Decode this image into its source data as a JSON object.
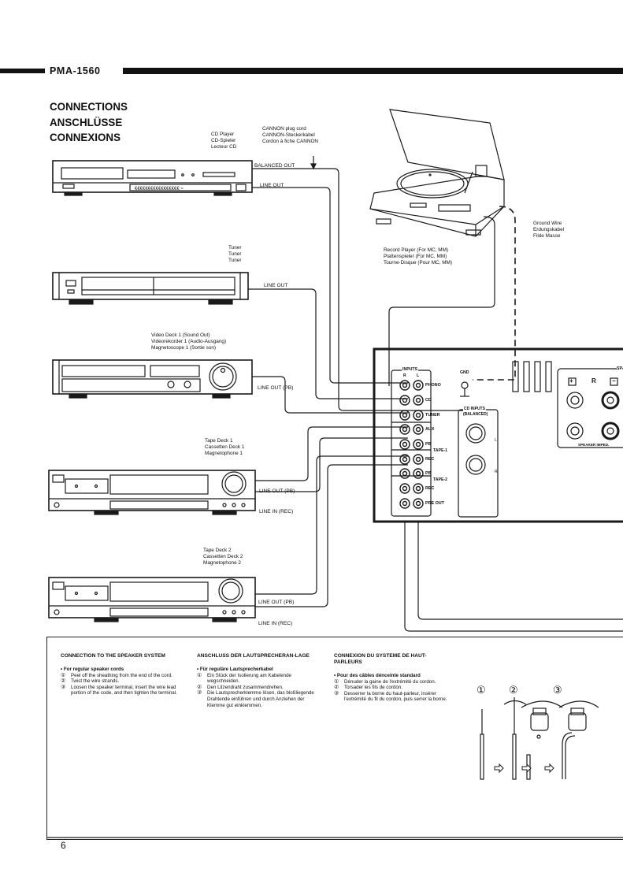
{
  "header": {
    "model": "PMA-1560"
  },
  "titles": [
    "CONNECTIONS",
    "ANSCHLÜSSE",
    "CONNEXIONS"
  ],
  "devices": {
    "cd_player": {
      "names": [
        "CD Player",
        "CD-Spieler",
        "Lecteur CD"
      ],
      "outputs": [
        "BALANCED OUT",
        "LINE OUT"
      ]
    },
    "cannon_cord": [
      "CANNON plug cord",
      "CANNON-Steckerkabel",
      "Cordon à fiche CANNON"
    ],
    "turntable": {
      "names": [
        "Record Player (For MC, MM)",
        "Plattenspieler (Für MC, MM)",
        "Tourne-Disque (Pour MC, MM)"
      ]
    },
    "ground_wire": [
      "Ground Wire",
      "Erdungskabel",
      "Filde Masse"
    ],
    "tuner": {
      "names": [
        "Tuner",
        "Tuner",
        "Tuner"
      ],
      "outputs": [
        "LINE OUT"
      ]
    },
    "video_deck": {
      "names": [
        "Video Deck 1 (Sound Out)",
        "Videorekorder 1 (Audio-Ausgang)",
        "Magnetoscope 1 (Sortie son)"
      ],
      "outputs": [
        "LINE OUT (PB)"
      ]
    },
    "tape_deck_1": {
      "names": [
        "Tape Deck 1",
        "Cassetten Deck 1",
        "Magnetophone 1"
      ],
      "outputs": [
        "LINE OUT (PB)",
        "LINE IN (REC)"
      ]
    },
    "tape_deck_2": {
      "names": [
        "Tape Deck 2",
        "Cassetten Deck 2",
        "Magnetophone 2"
      ],
      "outputs": [
        "LINE OUT (PB)",
        "LINE IN (REC)"
      ]
    }
  },
  "amp_panel": {
    "inputs_label": "INPUTS",
    "r_label": "R",
    "l_label": "L",
    "jacks": [
      "PHONO",
      "CD",
      "TUNER",
      "AUX",
      "PB",
      "REC",
      "PB",
      "REC",
      "PRE OUT"
    ],
    "tape1_label": "TAPE-1",
    "tape2_label": "TAPE-2",
    "gnd_label": "GND",
    "cd_inputs_label": "CD INPUTS",
    "balanced_label": "(BALANCED)",
    "xlr_l": "L",
    "xlr_r": "R",
    "speaker_label": "SP",
    "speaker_r": "R",
    "speaker_plus": "+",
    "speaker_minus": "−",
    "speaker_imped": "SPEAKER IMPED."
  },
  "instructions": [
    {
      "heading": "CONNECTION TO THE SPEAKER SYSTEM",
      "bullet": "• For regular speaker cords",
      "steps": [
        {
          "num": "①",
          "text": "Peel off the sheathing from the end of the cord."
        },
        {
          "num": "②",
          "text": "Twist the wire strands."
        },
        {
          "num": "③",
          "text": "Loosen the speaker terminal, insert the wire lead portion of the code, and then tighten the terminal."
        }
      ]
    },
    {
      "heading": "ANSCHLUSS DER LAUTSPRECHERAN-LAGE",
      "bullet": "• Für reguläre Lautsprecherkabel",
      "steps": [
        {
          "num": "①",
          "text": "Ein Stück der Isolierung am Kabelende wegschneiden."
        },
        {
          "num": "②",
          "text": "Den Litzendraht zusammendrehen."
        },
        {
          "num": "③",
          "text": "Die Lautsprecherklemme lösen, das bloßliegende Drahtende einführen und durch Anziehen der Klemme gut einklemmen."
        }
      ]
    },
    {
      "heading": "CONNEXION DU SYSTEME DE HAUT-PARLEURS",
      "bullet": "• Pour des câbles dénceinte standard",
      "steps": [
        {
          "num": "①",
          "text": "Dénuder la gaine de l'extrémité du cordon."
        },
        {
          "num": "②",
          "text": "Torsader les fils de cordon."
        },
        {
          "num": "③",
          "text": "Desserrer la borne du haut-parleur, insérer l'extrémité du fil du cordon, puis serrer la borne."
        }
      ]
    }
  ],
  "step_figure": {
    "labels": [
      "①",
      "②",
      "③"
    ]
  },
  "footer": {
    "page_number": "6"
  }
}
